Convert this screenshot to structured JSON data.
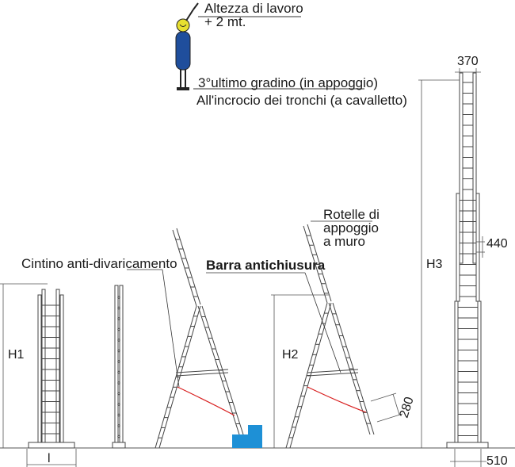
{
  "labels": {
    "work_height_line1": "Altezza di lavoro",
    "work_height_line2": "+ 2 mt.",
    "step_line1": "3°ultimo gradino (in appoggio)",
    "step_line2": "All'incrocio dei tronchi (a cavalletto)",
    "cintino": "Cintino anti-divaricamento",
    "barra": "Barra antichiusura",
    "rotelle_line1": "Rotelle di",
    "rotelle_line2": "appoggio",
    "rotelle_line3": "a muro"
  },
  "dimensions": {
    "h1": "H1",
    "h2": "H2",
    "h3": "H3",
    "l": "l",
    "d370": "370",
    "d440": "440",
    "d280": "280",
    "d510": "510"
  },
  "colors": {
    "ladder": "#444444",
    "figure_body": "#1f4e9c",
    "figure_head": "#e8e030",
    "step_block": "#1e90d6",
    "strap": "#d81e1e"
  }
}
